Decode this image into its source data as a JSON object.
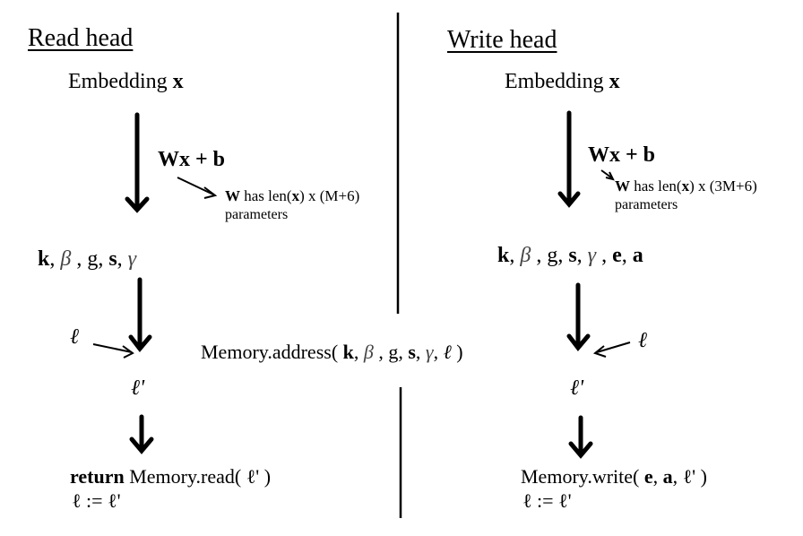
{
  "read": {
    "title": "Read head",
    "embedding": "Embedding",
    "x_symbol": "x",
    "linear": "Wx + b",
    "w_symbol": "W",
    "w_has_len": "has len(",
    "w_dim": ") x (M+6)",
    "parameters": "parameters",
    "params": {
      "k": "k",
      "beta": "β",
      "g": "g",
      "s": "s",
      "gamma": "γ"
    },
    "ell_symbol": "ℓ",
    "ell_prime": "ℓ'",
    "return_kw": "return",
    "read_call": "Memory.read( ℓ' )",
    "assign": "ℓ := ℓ'"
  },
  "write": {
    "title": "Write head",
    "embedding": "Embedding",
    "x_symbol": "x",
    "linear": "Wx + b",
    "w_symbol": "W",
    "w_has_len": "has len(",
    "w_dim": ") x (3M+6)",
    "parameters": "parameters",
    "params": {
      "k": "k",
      "beta": "β",
      "g": "g",
      "s": "s",
      "gamma": "γ",
      "e": "e",
      "a": "a"
    },
    "ell_symbol": "ℓ",
    "ell_prime": "ℓ'",
    "write_prefix": "Memory.write(",
    "write_e": "e",
    "write_a": "a",
    "write_suffix": "ℓ' )",
    "assign": "ℓ := ℓ'"
  },
  "center": {
    "address_prefix": "Memory.address(",
    "k": "k",
    "beta": "β",
    "g": "g",
    "s": "s",
    "gamma": "γ",
    "ell": "ℓ",
    "close": ")"
  }
}
